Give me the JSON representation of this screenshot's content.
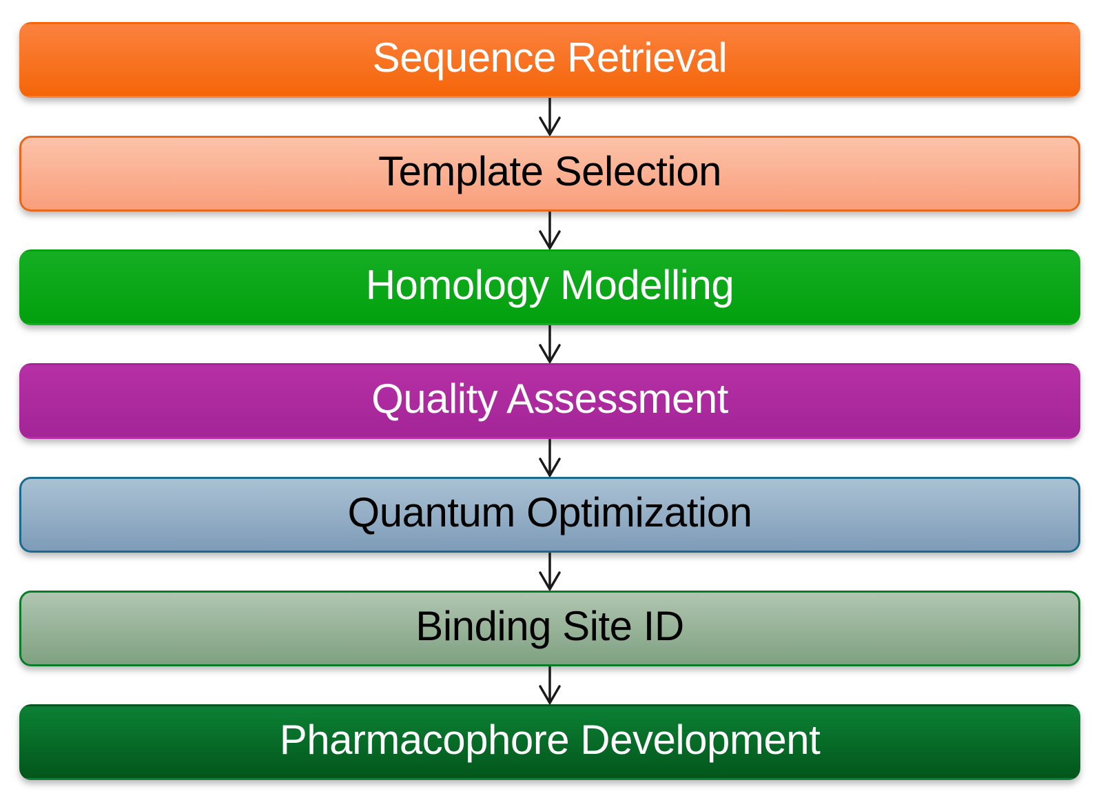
{
  "flowchart": {
    "background": "#FFFFFF",
    "arrow_color": "#1A1A1A",
    "steps": [
      {
        "label": "Sequence Retrieval",
        "fill_top": "#FB823F",
        "fill_bottom": "#F56508",
        "border_color": "",
        "text_color": "#FFFFFF"
      },
      {
        "label": "Template Selection",
        "fill_top": "#FCC3A9",
        "fill_bottom": "#F99E7B",
        "border_color": "#E9671C",
        "text_color": "#000000"
      },
      {
        "label": "Homology Modelling",
        "fill_top": "#16AE24",
        "fill_bottom": "#01A00D",
        "border_color": "",
        "text_color": "#FFFFFF"
      },
      {
        "label": "Quality Assessment",
        "fill_top": "#B630A5",
        "fill_bottom": "#A32597",
        "border_color": "",
        "text_color": "#FFFFFF"
      },
      {
        "label": "Quantum Optimization",
        "fill_top": "#AAC1D3",
        "fill_bottom": "#7E9CB8",
        "border_color": "#1A6A8E",
        "text_color": "#000000"
      },
      {
        "label": "Binding Site ID",
        "fill_top": "#B0C5B0",
        "fill_bottom": "#7FA181",
        "border_color": "#087C28",
        "text_color": "#000000"
      },
      {
        "label": "Pharmacophore Development",
        "fill_top": "#0B8134",
        "fill_bottom": "#03561B",
        "border_color": "",
        "text_color": "#FFFFFF"
      }
    ]
  }
}
